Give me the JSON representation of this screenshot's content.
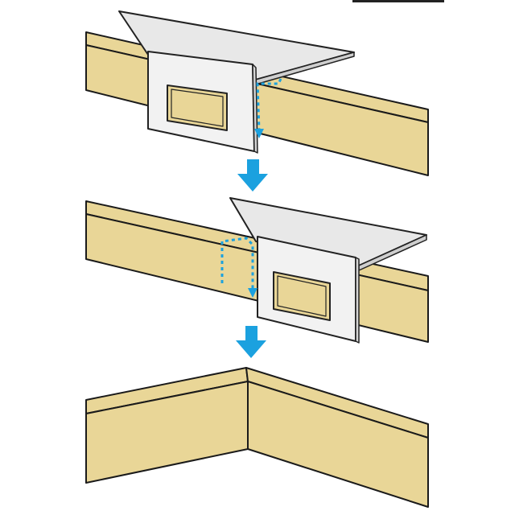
{
  "colors": {
    "wood": "#E9D697",
    "wood_edge": "#1a1a1a",
    "tool_fill": "#F2F2F2",
    "tool_top": "#E6E6E6",
    "tool_edge": "#222222",
    "guide_dotted": "#1BA1DF",
    "arrow": "#1BA1DF",
    "header_bar": "#222222"
  },
  "steps": [
    {
      "name": "mark-first-board"
    },
    {
      "name": "mark-second-board"
    },
    {
      "name": "assembled-corner"
    }
  ],
  "arrows": [
    {
      "direction": "down",
      "icon": "arrow-down-icon"
    },
    {
      "direction": "down",
      "icon": "arrow-down-icon"
    }
  ]
}
